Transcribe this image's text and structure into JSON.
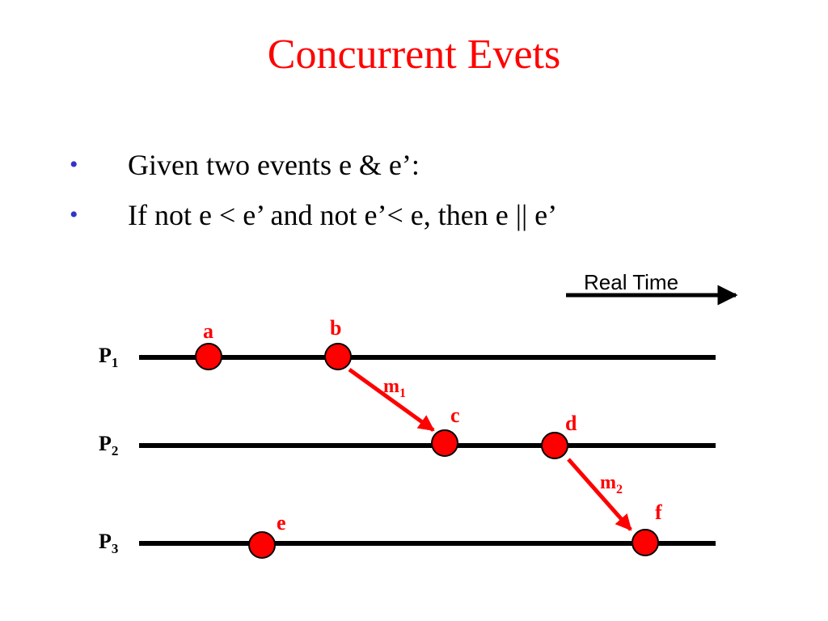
{
  "slide": {
    "title": "Concurrent Evets",
    "bullets": [
      "Given two events e & e’:",
      "If not e < e’ and not e’< e, then e || e’"
    ]
  },
  "diagram": {
    "time_label": "Real Time",
    "processes": [
      {
        "name": "P",
        "sub": "1"
      },
      {
        "name": "P",
        "sub": "2"
      },
      {
        "name": "P",
        "sub": "3"
      }
    ],
    "events": [
      {
        "label": "a",
        "process": 1
      },
      {
        "label": "b",
        "process": 1
      },
      {
        "label": "c",
        "process": 2
      },
      {
        "label": "d",
        "process": 2
      },
      {
        "label": "e",
        "process": 3
      },
      {
        "label": "f",
        "process": 3
      }
    ],
    "messages": [
      {
        "name": "m",
        "sub": "1",
        "from": "b",
        "to": "c"
      },
      {
        "name": "m",
        "sub": "2",
        "from": "d",
        "to": "f"
      }
    ]
  },
  "colors": {
    "accent": "#ff0000",
    "bullet": "#3333cc",
    "text": "#000000",
    "line": "#000000"
  }
}
